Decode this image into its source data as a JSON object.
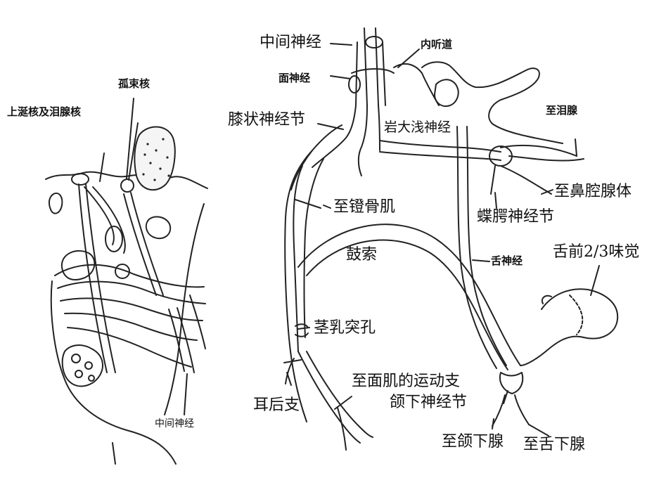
{
  "left_panel": {
    "labels": {
      "sup_salivatory": "上涎核及泪腺核",
      "solitary": "孤束核",
      "intermedius_bottom": "中间神经"
    }
  },
  "right_panel": {
    "labels": {
      "intermedius": "中间神经",
      "facial": "面神经",
      "iam": "内听道",
      "geniculate": "膝状神经节",
      "gspn": "岩大浅神经",
      "lacrimal": "至泪腺",
      "stapedius": "至镫骨肌",
      "nasal": "至鼻腔腺体",
      "pterygopalatine": "蝶腭神经节",
      "chorda": "鼓索",
      "lingual": "舌神经",
      "taste": "舌前2/3味觉",
      "stylomastoid": "茎乳突孔",
      "facial_motor": "至面肌的运动支",
      "submandibular_ganglion": "颌下神经节",
      "post_auricular": "耳后支",
      "to_submandibular": "至颌下腺",
      "to_sublingual": "至舌下腺"
    }
  }
}
